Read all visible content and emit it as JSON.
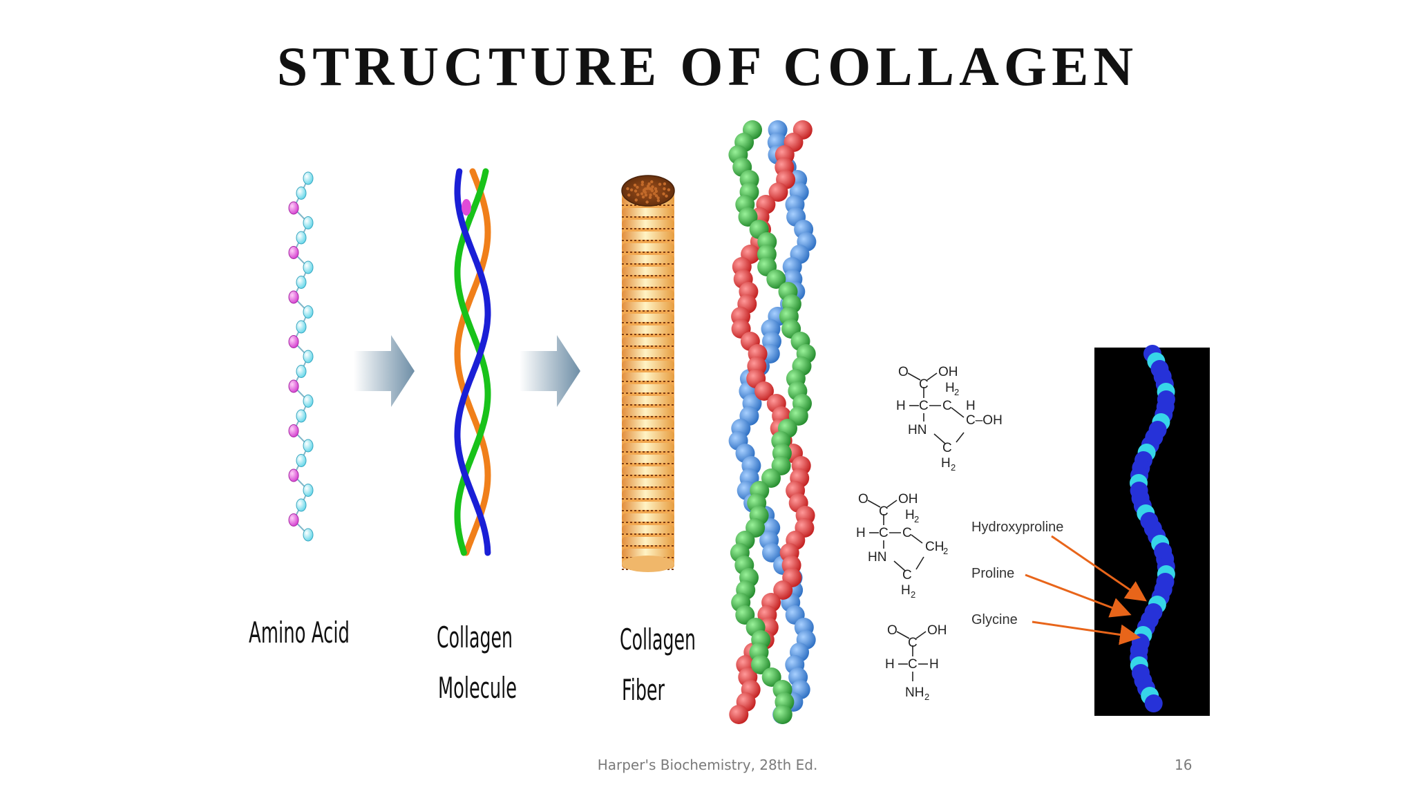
{
  "slide": {
    "title": "STRUCTURE  OF  COLLAGEN",
    "source": "Harper's Biochemistry, 28th Ed.",
    "page_number": "16"
  },
  "labels": {
    "amino_acid": "Amino  Acid",
    "collagen_molecule_1": "Collagen",
    "collagen_molecule_2": "Molecule",
    "collagen_fiber_1": "Collagen",
    "collagen_fiber_2": "Fiber"
  },
  "structures": {
    "hydroxyproline": {
      "o": "O",
      "oh": "OH",
      "h2": "H",
      "sub2": "2",
      "h": "H",
      "c": "C",
      "hn": "HN",
      "c_oh": "C–OH"
    },
    "proline": {
      "ch2": "CH",
      "sub2": "2"
    },
    "glycine": {
      "nh2": "NH",
      "sub2": "2"
    }
  },
  "annotations": {
    "hydroxyproline": "Hydroxyproline",
    "proline": "Proline",
    "glycine": "Glycine"
  },
  "colors": {
    "cyan_bead": "#7fe3f0",
    "magenta_bead": "#e04bd8",
    "strand_blue": "#1a1fd6",
    "strand_green": "#18c21a",
    "strand_orange": "#f07f1a",
    "fiber_gold": "#f5c45a",
    "helix_red": "#d62a2a",
    "helix_green": "#2fa83a",
    "helix_blue": "#3b82d6",
    "arrow_orange": "#e8651a"
  }
}
